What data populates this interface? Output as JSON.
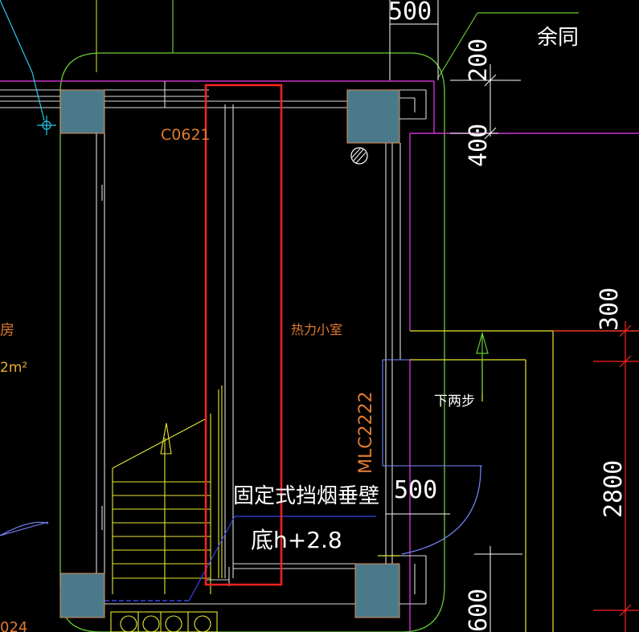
{
  "drawing": {
    "room_name": "热力小室",
    "window_code": "C0621",
    "door_code": "MLC2222",
    "left_room_partial": "房",
    "left_area_partial": "2m²",
    "bottom_left_code_partial": "024",
    "stair_note": "下两步",
    "annotation_line1": "固定式挡烟垂壁",
    "annotation_line2": "底h+2.8",
    "note_top_right": "余同",
    "dim_top_500": "500",
    "dim_200": "200",
    "dim_400": "400",
    "dim_300": "300",
    "dim_2800": "2800",
    "dim_500_mid": "500",
    "dim_600": "600"
  },
  "colors": {
    "background": "#000000",
    "wall": "#ffffff",
    "column_fill": "#4a7a8a",
    "axis_green": "#66cc33",
    "magenta": "#cc33cc",
    "yellow": "#e8e830",
    "red_highlight": "#ff2222",
    "orange_text": "#e07a30",
    "dim_red": "#ff2020",
    "cyan": "#22c8e8",
    "blue": "#3344ee"
  }
}
